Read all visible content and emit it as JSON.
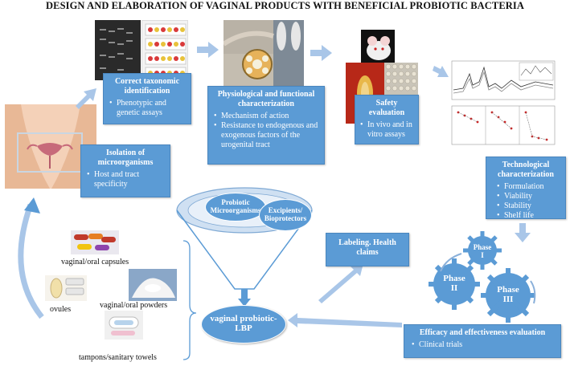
{
  "title": "DESIGN AND ELABORATION OF VAGINAL PRODUCTS WITH BENEFICIAL PROBIOTIC BACTERIA",
  "steps": {
    "taxonomic": {
      "heading": "Correct taxonomic identification",
      "bullets": [
        "Phenotypic and genetic assays"
      ]
    },
    "physiological": {
      "heading": "Physiological and functional characterization",
      "bullets": [
        "Mechanism of action",
        "Resistance to endogenous and exogenous factors of the urogenital tract"
      ]
    },
    "safety": {
      "heading": "Safety evaluation",
      "bullets": [
        "In vivo and in vitro assays"
      ]
    },
    "isolation": {
      "heading": "Isolation of microorganisms",
      "bullets": [
        "Host and tract specificity"
      ]
    },
    "technological": {
      "heading": "Technological characterization",
      "bullets": [
        "Formulation",
        "Viability",
        "Stability",
        "Shelf life"
      ]
    },
    "labeling": {
      "heading": "Labeling. Health claims"
    },
    "efficacy": {
      "heading": "Efficacy and effectiveness evaluation",
      "bullets": [
        "Clinical trials"
      ]
    }
  },
  "funnel": {
    "probiotic": "Probiotic Microorganisms",
    "excipients": "Excipients/ Bioprotectors",
    "product": "vaginal probiotic-LBP"
  },
  "phases": [
    "Phase I",
    "Phase II",
    "Phase III"
  ],
  "product_forms": [
    "vaginal/oral capsules",
    "ovules",
    "vaginal/oral powders",
    "tampons/sanitary towels"
  ],
  "colors": {
    "box": "#5b9bd5",
    "arrow": "#a9c6e8",
    "gear": "#5b9bd5",
    "funnel_ring": "#c9dcf0"
  }
}
